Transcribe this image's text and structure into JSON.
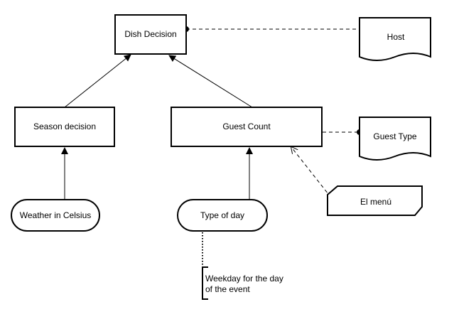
{
  "diagram": {
    "nodes": {
      "dish_decision": "Dish Decision",
      "season_decision": "Season decision",
      "guest_count": "Guest Count",
      "weather": "Weather in Celsius",
      "type_of_day": "Type of day",
      "host": "Host",
      "guest_type": "Guest Type",
      "menu": "El menú"
    },
    "annotation": {
      "line1": "Weekday for the day",
      "line2": "of the event"
    }
  }
}
